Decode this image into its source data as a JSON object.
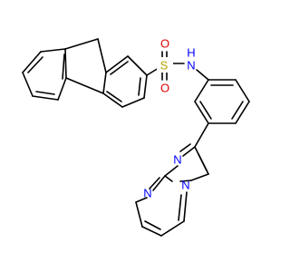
{
  "molecule": {
    "atoms": {
      "sulfur": {
        "symbol": "S",
        "color": "#b8a000"
      },
      "oxygen_top": {
        "symbol": "O",
        "color": "#e00000"
      },
      "oxygen_bottom": {
        "symbol": "O",
        "color": "#e00000"
      },
      "amide_nitrogen": {
        "symbol": "N",
        "hydrogen": "H",
        "color": "#0000ff"
      },
      "imidazole_nitrogen": {
        "symbol": "N",
        "color": "#0000ff"
      },
      "pyrimidine_nitrogen": {
        "symbol": "N",
        "color": "#0000ff"
      },
      "bridgehead_nitrogen": {
        "symbol": "N",
        "color": "#0000ff"
      }
    },
    "bond_color": "#000000",
    "background": "#ffffff"
  }
}
